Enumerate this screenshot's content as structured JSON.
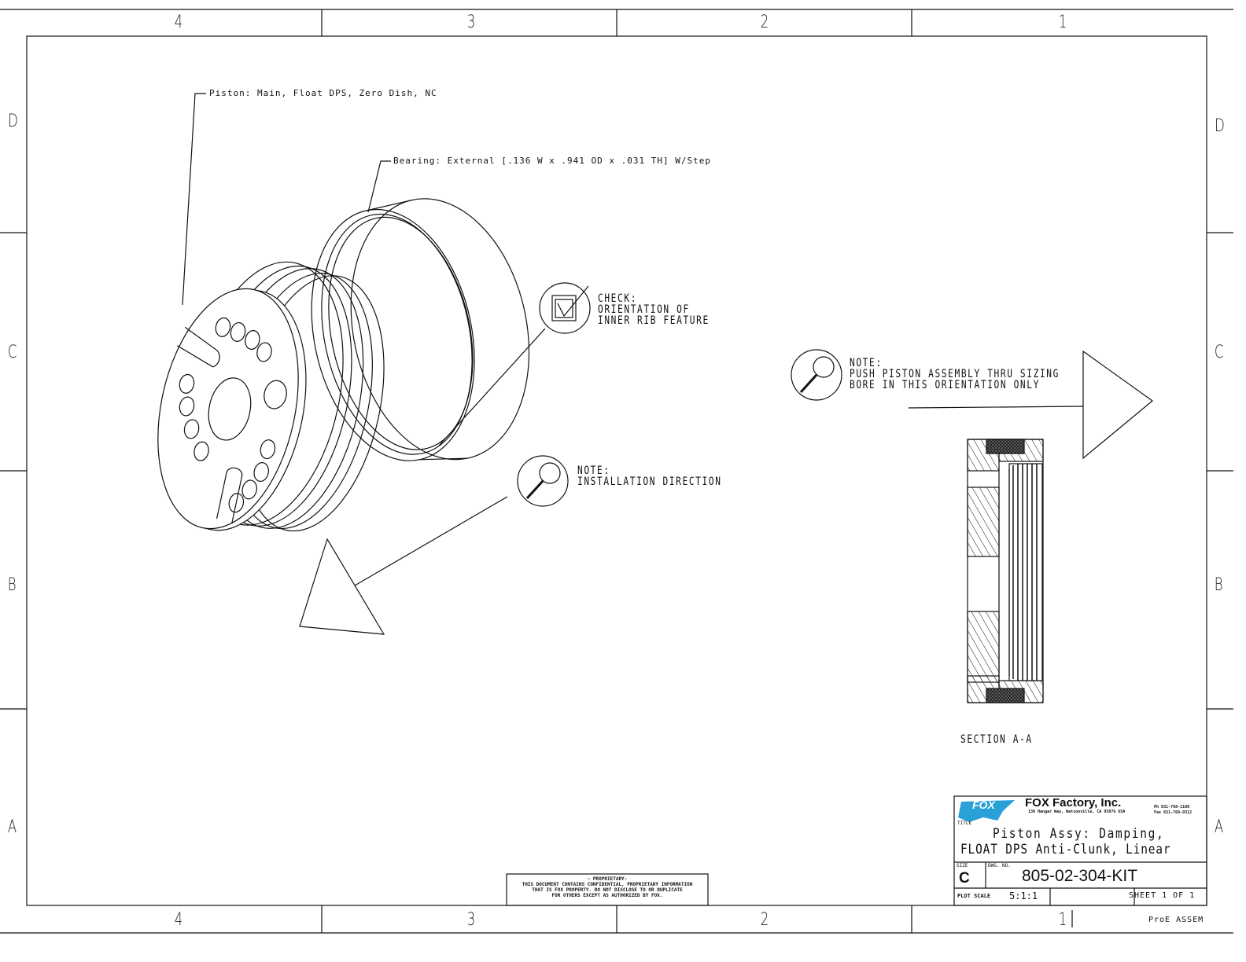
{
  "zones": {
    "columns": [
      "4",
      "3",
      "2",
      "1"
    ],
    "rows": [
      "D",
      "C",
      "B",
      "A"
    ]
  },
  "callouts": {
    "piston": "Piston: Main, Float DPS, Zero Dish, NC",
    "bearing": "Bearing: External [.136 W x .941 OD x .031 TH] W/Step"
  },
  "notes": {
    "check": [
      "CHECK:",
      "ORIENTATION OF",
      "INNER RIB FEATURE"
    ],
    "install": [
      "NOTE:",
      "INSTALLATION DIRECTION"
    ],
    "push": [
      "NOTE:",
      "PUSH PISTON ASSEMBLY THRU SIZING",
      "BORE IN THIS ORIENTATION ONLY"
    ]
  },
  "section_label": "SECTION  A-A",
  "icons": [
    "magnifier-icon",
    "checkbox-icon",
    "fox-logo"
  ],
  "proprietary": [
    "- PROPRIETARY-",
    "THIS DOCUMENT CONTAINS CONFIDENTIAL, PROPRIETARY INFORMATION",
    "THAT IS FOX PROPERTY.  DO NOT DISCLOSE TO OR DUPLICATE",
    "FOR OTHERS EXCEPT AS AUTHORIZED BY FOX."
  ],
  "title_block": {
    "logo_text": "FOX",
    "company": "FOX Factory, Inc.",
    "address": "130 Hangar Way, Watsonville, CA 95076 USA",
    "phone": "Ph 831-768-1100",
    "fax": "Fax 831-768-9312",
    "title_label": "TITLE",
    "title_line1": "Piston Assy: Damping,",
    "title_line2": "FLOAT DPS Anti-Clunk, Linear",
    "size_label": "SIZE",
    "size": "C",
    "dwg_label": "DWG. NO.",
    "dwg_no": "805-02-304-KIT",
    "plot_scale_label": "PLOT SCALE",
    "plot_scale": "5:1:1",
    "sheet": "SHEET 1 OF 1",
    "software": "ProE ASSEM"
  },
  "colors": {
    "line": "#111111",
    "logo": "#2aa0d8"
  }
}
